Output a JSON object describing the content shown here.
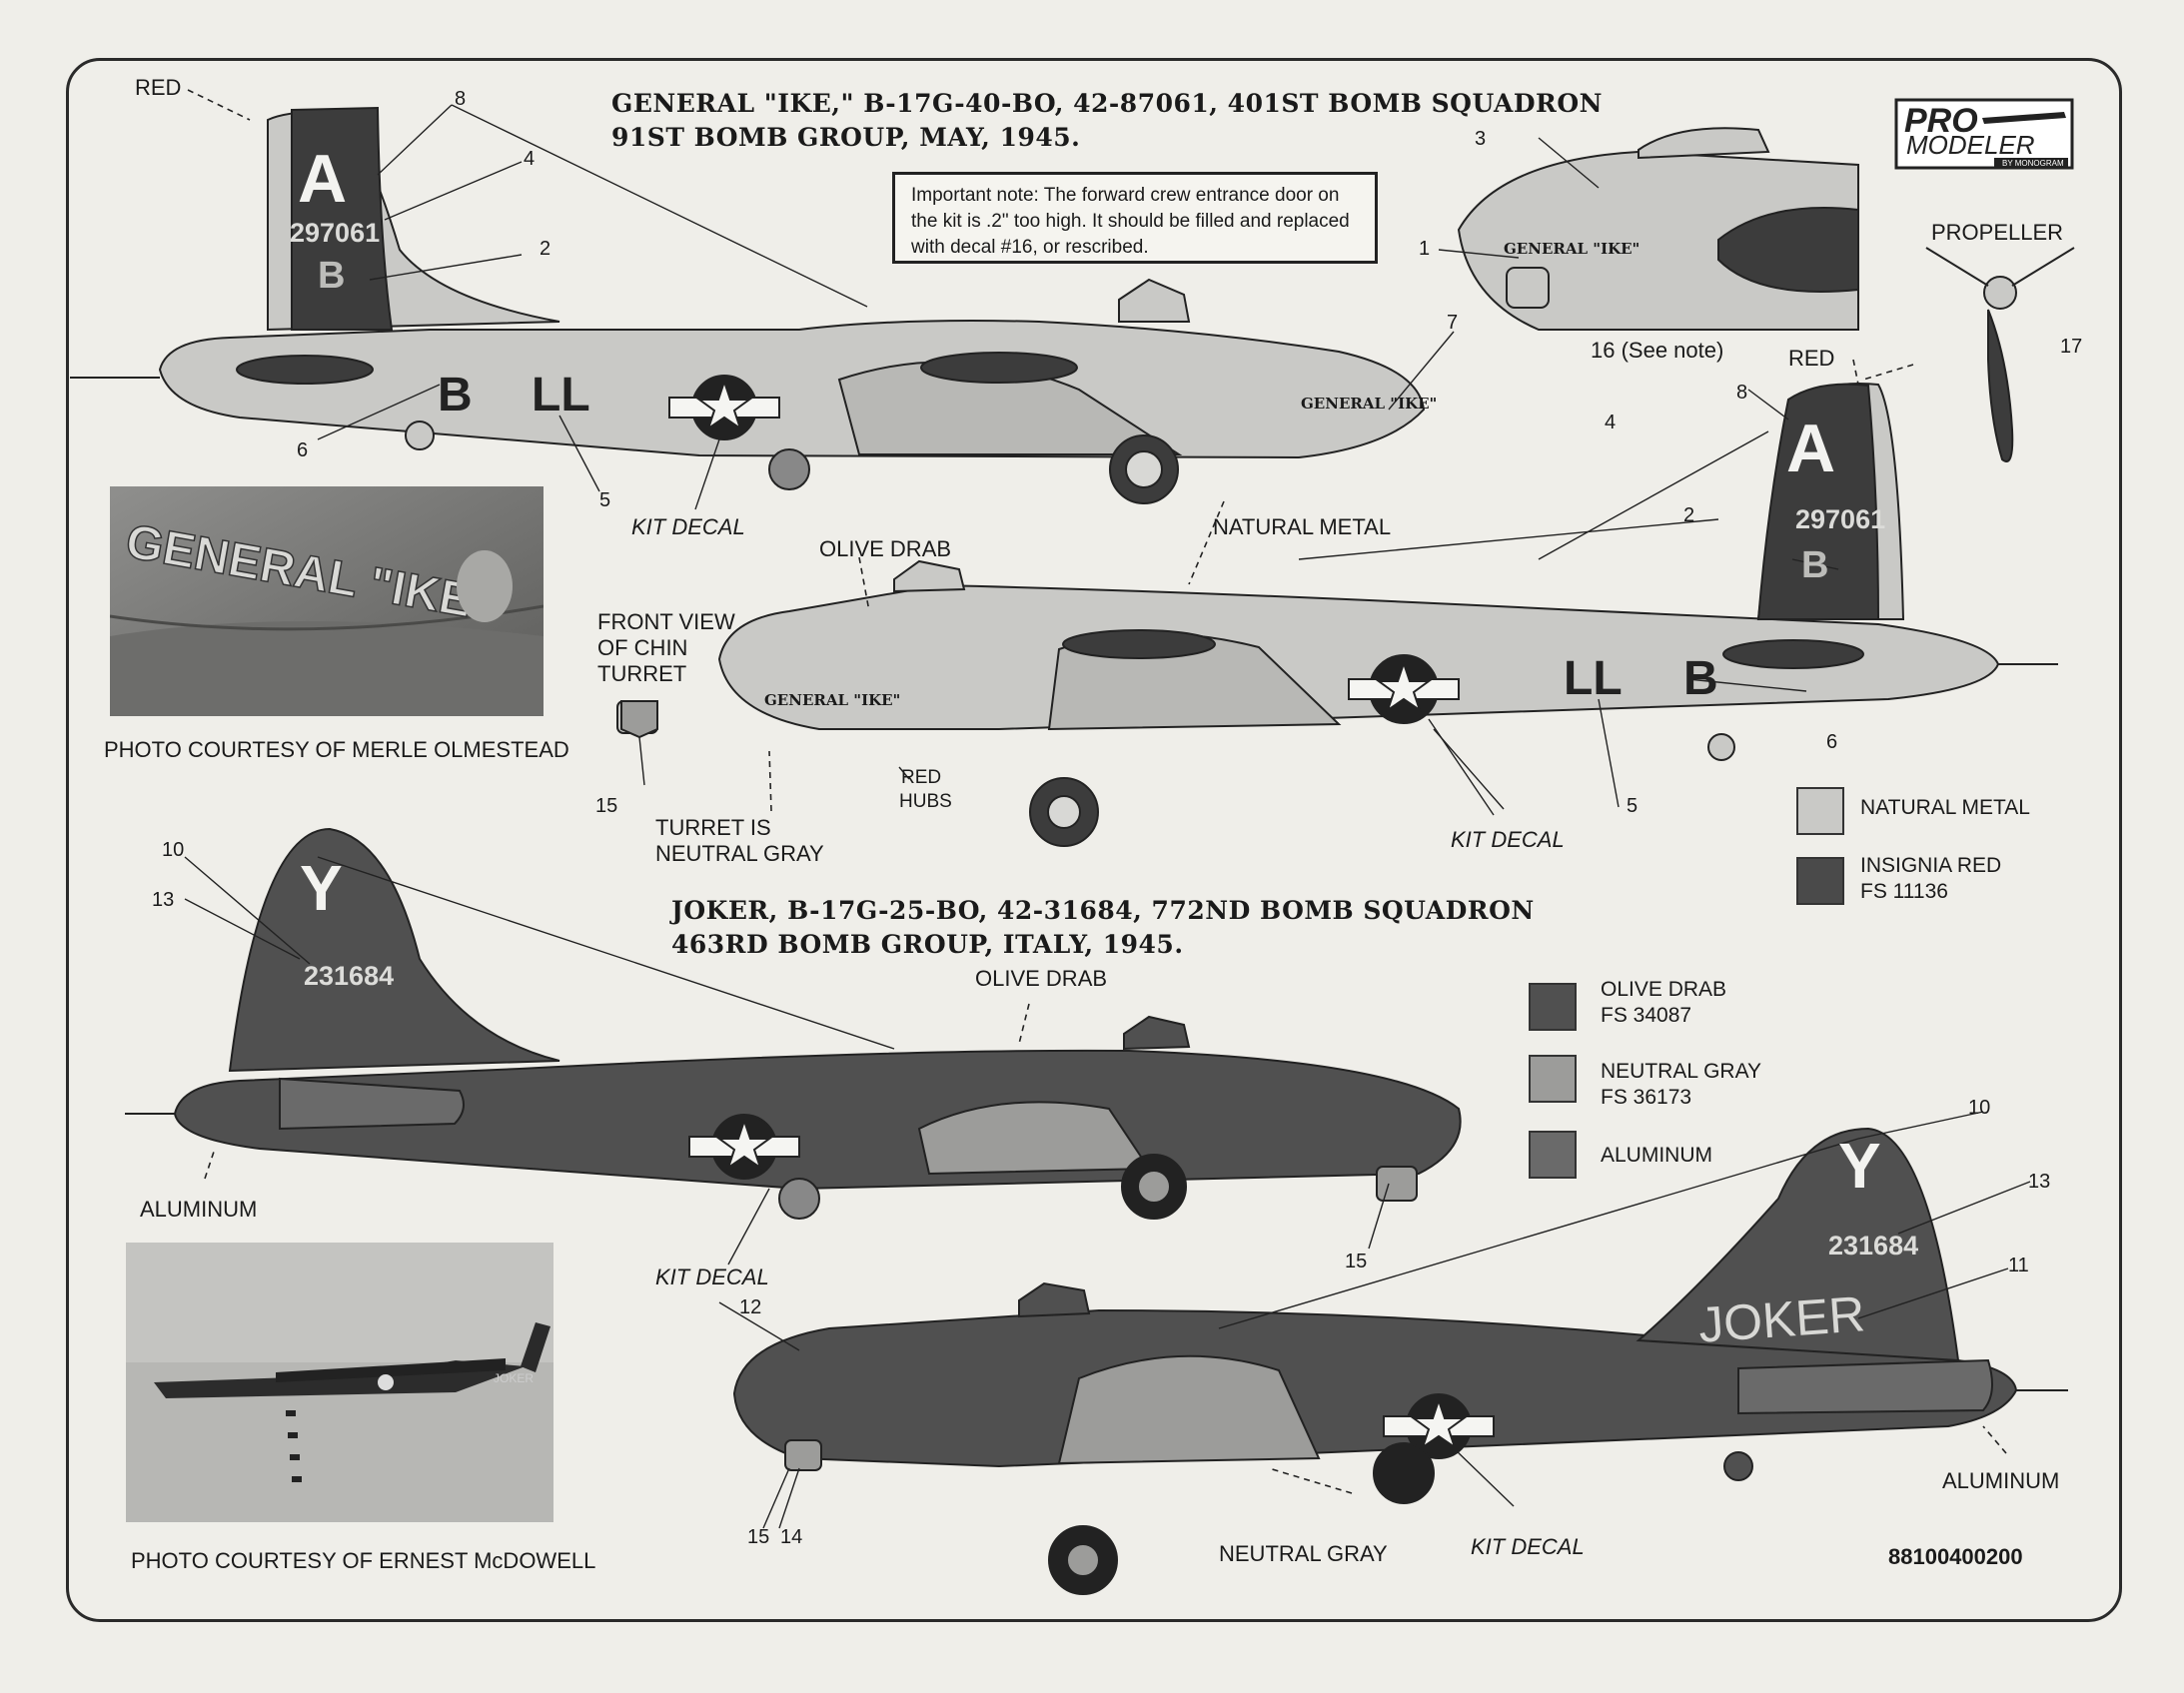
{
  "titles": {
    "ike_line1": "GENERAL \"IKE,\" B-17G-40-BO, 42-87061, 401ST BOMB SQUADRON",
    "ike_line2": "91ST BOMB GROUP, MAY, 1945.",
    "joker_line1": "JOKER, B-17G-25-BO, 42-31684, 772ND BOMB SQUADRON",
    "joker_line2": "463RD BOMB GROUP, ITALY, 1945."
  },
  "note": "Important note: The forward crew entrance door on the kit is .2\" too high. It should be filled and replaced with decal #16, or rescribed.",
  "brand": {
    "line1": "PRO",
    "line2": "MODELER",
    "line3": "BY MONOGRAM"
  },
  "labels": {
    "red_top": "RED",
    "red_right": "RED",
    "propeller": "PROPELLER",
    "see_note": "16 (See note)",
    "kit_decal_1": "KIT DECAL",
    "kit_decal_2": "KIT DECAL",
    "kit_decal_3": "KIT DECAL",
    "kit_decal_4": "KIT DECAL",
    "natural_metal_callout": "NATURAL METAL",
    "olive_drab_callout_1": "OLIVE DRAB",
    "olive_drab_callout_2": "OLIVE DRAB",
    "front_view": "FRONT VIEW",
    "of_chin": "OF CHIN",
    "turret": "TURRET",
    "red": "RED",
    "hubs": "HUBS",
    "turret_is": "TURRET IS",
    "neutral_gray_turret": "NEUTRAL GRAY",
    "aluminum_left": "ALUMINUM",
    "aluminum_right": "ALUMINUM",
    "neutral_gray_bottom": "NEUTRAL GRAY",
    "photo_credit_1": "PHOTO COURTESY OF MERLE OLMESTEAD",
    "photo_credit_2": "PHOTO COURTESY OF ERNEST McDOWELL",
    "part_number": "88100400200"
  },
  "numbers": {
    "n8a": "8",
    "n4a": "4",
    "n2a": "2",
    "n6a": "6",
    "n5a": "5",
    "n7": "7",
    "n3": "3",
    "n1": "1",
    "n17": "17",
    "n8b": "8",
    "n4b": "4",
    "n2b": "2",
    "n6b": "6",
    "n5b": "5",
    "n15a": "15",
    "n10a": "10",
    "n13a": "13",
    "n15b": "15",
    "n10b": "10",
    "n13b": "13",
    "n11": "11",
    "n12": "12",
    "n15c": "15",
    "n14": "14"
  },
  "aircraft_markings": {
    "ike_tail_letter": "A",
    "ike_serial": "297061",
    "ike_tail_b": "B",
    "ike_fuselage": "B",
    "ike_code": "LL",
    "ike_nose_art": "GENERAL \"IKE\"",
    "joker_tail_letter": "Y",
    "joker_serial": "231684",
    "joker_name": "JOKER"
  },
  "legend": [
    {
      "line1": "NATURAL METAL",
      "line2": "",
      "color": "#c9c9c6"
    },
    {
      "line1": "INSIGNIA RED",
      "line2": "FS 11136",
      "color": "#4a4a4a"
    },
    {
      "line1": "OLIVE DRAB",
      "line2": "FS 34087",
      "color": "#505050"
    },
    {
      "line1": "NEUTRAL GRAY",
      "line2": "FS 36173",
      "color": "#9c9c9a"
    },
    {
      "line1": "ALUMINUM",
      "line2": "",
      "color": "#6a6a6a"
    }
  ],
  "colors": {
    "background": "#efeee9",
    "natural_metal": "#c9c9c6",
    "olive_drab": "#505050",
    "neutral_gray": "#9c9c9a",
    "insignia_red": "#3c3c3c"
  }
}
